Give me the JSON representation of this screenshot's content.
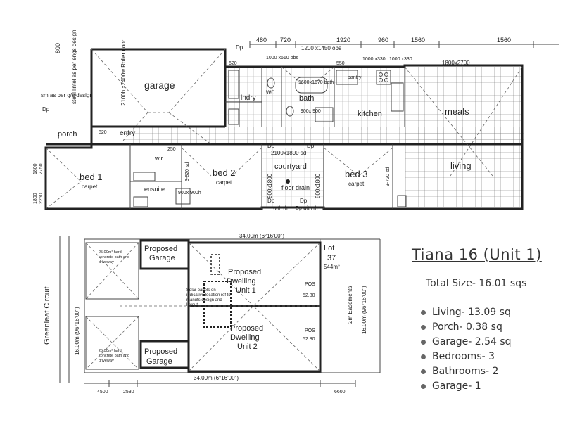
{
  "floor_plan": {
    "dimensions_top": [
      "480",
      "720",
      "1920",
      "960",
      "1560",
      "1560"
    ],
    "dim_left_top": "800",
    "rooms": {
      "garage": "garage",
      "garage_door": "2100h x2400w Roller door",
      "bed1": "bed 1",
      "bed1_sub": "carpet",
      "bed2": "bed 2",
      "bed2_sub": "carpet",
      "bed3": "bed 3",
      "bed3_sub": "carpet",
      "courtyard": "courtyard",
      "floor_drain": "floor drain",
      "meals": "meals",
      "living": "living",
      "kitchen": "kitchen",
      "bath": "bath",
      "wc": "wc",
      "lndry": "lndry",
      "porch": "porch",
      "entry": "entry",
      "wir": "wir",
      "ensuite": "ensuite",
      "pantry": "pantry"
    },
    "notes": {
      "window_1200": "1200 x1450 obs",
      "window_1000a": "1000 x610 obs",
      "window_1000b": "1000 x330",
      "window_1000c": "1000 x330",
      "window_1800": "1800x2700",
      "courtyard_window": "2100x1800 sd",
      "courtyard_left": "800x1800",
      "courtyard_right": "800x1800",
      "bed3_window": "3-720 sd",
      "bed2_window": "3-820 sd",
      "steel_lintel": "steel lintel as per engs design",
      "sm_as_per": "sm as per g/s design",
      "bath_size": "1600x1670 bath",
      "vanity": "900x 900",
      "ensuite_vanity": "900x 900h",
      "dp_labels": [
        "Dp",
        "Dp",
        "Dp",
        "Dp",
        "Dp",
        "Dp"
      ],
      "with_rh": "with rh",
      "dp_with_rh": "Dp with rh",
      "dim_820": "820",
      "dim_620": "620",
      "dim_550": "550",
      "dim_250": "250",
      "dim_1800": "1800",
      "dim_2750": "2750",
      "dim_1800b": "1800",
      "dim_2250": "2250"
    }
  },
  "site_plan": {
    "street": "Greenleaf Circuit",
    "top_dim": "34.00m (6°16'00\")",
    "bottom_dim": "34.00m (6°16'00\")",
    "left_dim": "16.00m (96°16'00\")",
    "right_dim": "16.00m (96°16'00\")",
    "easement": "2m Easements",
    "lot_label": "Lot",
    "lot_number": "37",
    "lot_area": "544m²",
    "garage_top": "Proposed Garage",
    "garage_bottom": "Proposed Garage",
    "unit1": "Proposed Dwelling Unit 1",
    "unit2": "Proposed Dwelling Unit 2",
    "pos1_label": "POS",
    "pos1_value": "52.80",
    "pos2_label": "POS",
    "pos2_value": "52.80",
    "note_center": "Solar panels on indicative location ref to manufs design and layout",
    "note_top_left": "25.00m² hard concrete path and driveway",
    "note_bottom_left": "25.00m² hard concrete path and driveway",
    "bottom_dims": [
      "4500",
      "2530",
      "6600"
    ]
  },
  "info": {
    "title": "Tiana 16 (Unit 1)",
    "total_size": "Total Size- 16.01 sqs",
    "items": [
      "Living- 13.09 sq",
      "Porch- 0.38 sq",
      "Garage- 2.54 sq",
      "Bedrooms- 3",
      "Bathrooms- 2",
      "Garage- 1"
    ]
  }
}
